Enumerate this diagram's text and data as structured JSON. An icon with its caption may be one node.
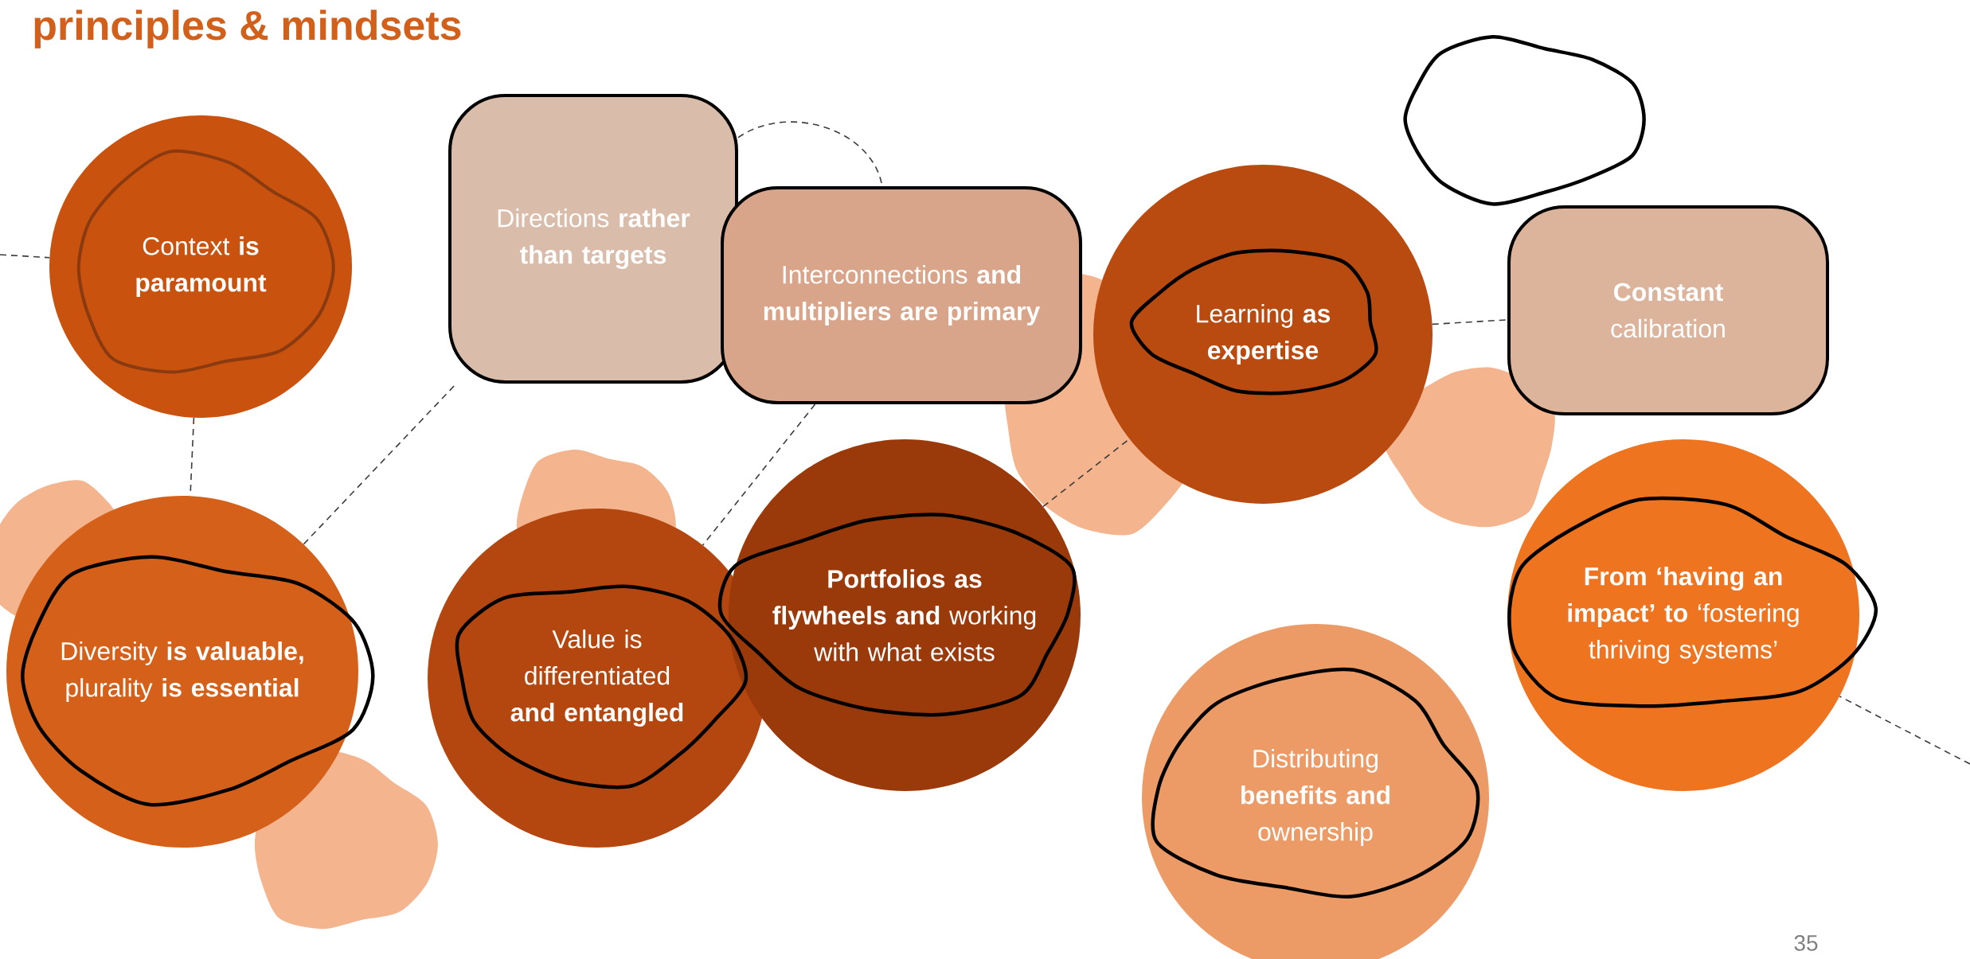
{
  "diagram": {
    "title": "principles & mindsets",
    "nodes": [
      {
        "text": [
          "Context **is paramount**"
        ]
      },
      {
        "text": [
          "Directions **rather than targets**"
        ]
      },
      {
        "text": [
          "Interconnections **and multipliers are primary**"
        ]
      },
      {
        "text": [
          "Learning **as expertise**"
        ]
      },
      {
        "text": [
          "**Constant** calibration"
        ]
      },
      {
        "text": [
          "Diversity **is valuable,** plurality **is essential**"
        ]
      },
      {
        "text": [
          "Value is differentiated **and entangled**"
        ]
      },
      {
        "text": [
          "**Portfolios as flywheels and** working with what exists"
        ]
      },
      {
        "text": [
          "Distributing **benefits and** ownership"
        ]
      },
      {
        "text": [
          "**From ‘having an impact’ to** ‘fostering thriving systems’"
        ]
      }
    ],
    "edges": [
      {
        "from": null,
        "to": 0,
        "arrow": "none",
        "style": "dashed"
      },
      {
        "from": 0,
        "to": 5,
        "arrow": "none",
        "style": "dashed"
      },
      {
        "from": 5,
        "to": 1,
        "arrow": "none",
        "style": "dashed"
      },
      {
        "from": 1,
        "to": 2,
        "arrow": "none",
        "style": "dashed"
      },
      {
        "from": 2,
        "to": 6,
        "arrow": "none",
        "style": "dashed"
      },
      {
        "from": 7,
        "to": 3,
        "arrow": "none",
        "style": "dashed"
      },
      {
        "from": 3,
        "to": 4,
        "arrow": "none",
        "style": "dashed"
      },
      {
        "from": null,
        "to": 9,
        "arrow": "none",
        "style": "dashed"
      }
    ],
    "labels": [
      "35"
    ]
  }
}
